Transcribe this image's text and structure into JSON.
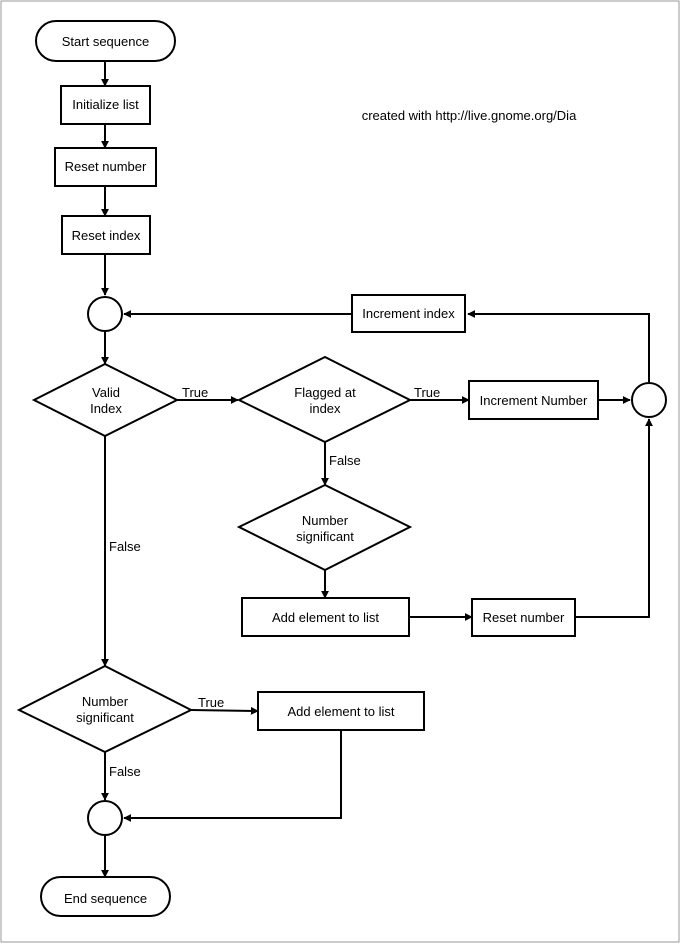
{
  "credit": "created with http://live.gnome.org/Dia",
  "nodes": {
    "start": "Start sequence",
    "init_list": "Initialize list",
    "reset_number_1": "Reset number",
    "reset_index": "Reset index",
    "increment_index": "Increment index",
    "valid_index": [
      "Valid",
      "Index"
    ],
    "flagged_at_index": [
      "Flagged at",
      "index"
    ],
    "increment_number": "Increment Number",
    "number_significant_1": [
      "Number",
      "significant"
    ],
    "add_element_1": "Add element to list",
    "reset_number_2": "Reset number",
    "number_significant_2": [
      "Number",
      "significant"
    ],
    "add_element_2": "Add element to list",
    "end": "End sequence"
  },
  "edge_labels": {
    "valid_true": "True",
    "valid_false": "False",
    "flagged_true": "True",
    "flagged_false": "False",
    "final_true": "True",
    "final_false": "False"
  }
}
